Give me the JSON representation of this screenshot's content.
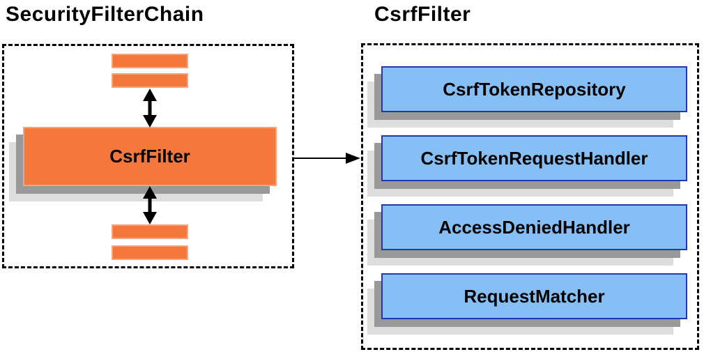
{
  "diagram": {
    "left_panel": {
      "title": "SecurityFilterChain",
      "filter_label": "CsrfFilter"
    },
    "right_panel": {
      "title": "CsrfFilter",
      "components": [
        "CsrfTokenRepository",
        "CsrfTokenRequestHandler",
        "AccessDeniedHandler",
        "RequestMatcher"
      ]
    },
    "colors": {
      "orange_fill": "#f4783c",
      "orange_border": "#f8a57e",
      "blue_fill": "#85bff5",
      "blue_border": "#1f3ab0",
      "shadow_dark": "#999999",
      "shadow_light": "#dddddd",
      "arrow": "#000000"
    }
  }
}
